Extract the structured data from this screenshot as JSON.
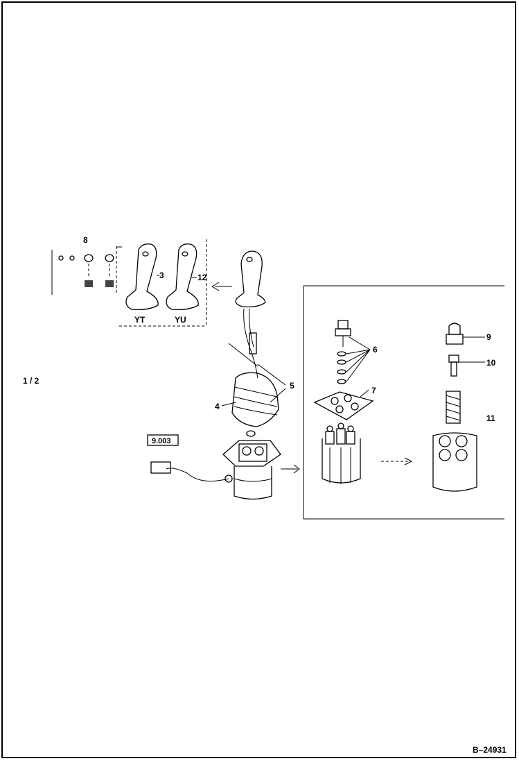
{
  "page_indicator": "1 / 2",
  "figure_id": "B–24931",
  "reference_box": "9.003",
  "callouts": {
    "c3": "3",
    "c4": "4",
    "c5": "5",
    "c6": "6",
    "c7": "7",
    "c8": "8",
    "c9": "9",
    "c10": "10",
    "c11": "11",
    "c12": "12"
  },
  "variant_labels": {
    "yt": "YT",
    "yu": "YU"
  }
}
